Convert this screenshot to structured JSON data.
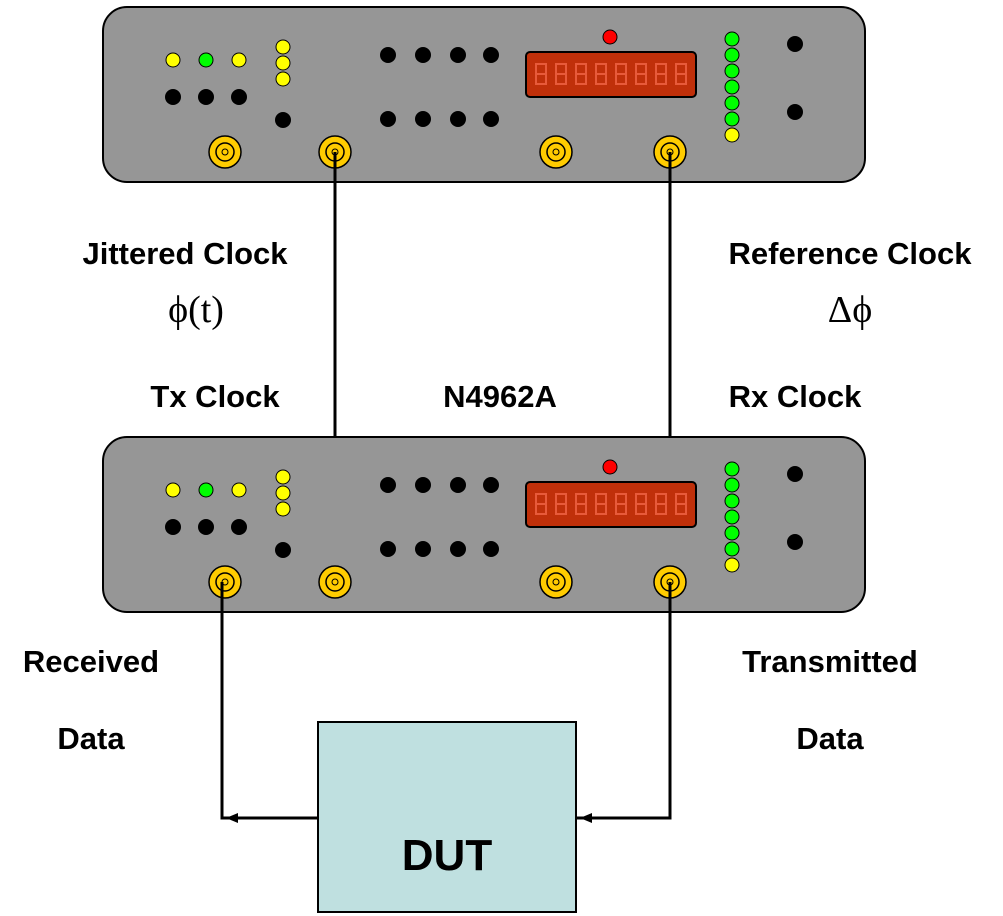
{
  "instrument_label": "N4962A",
  "labels": {
    "jittered_clock": "Jittered Clock",
    "phi_t": "ϕ(t)",
    "reference_clock": "Reference Clock",
    "delta_phi": "Δϕ",
    "tx_clock": "Tx Clock",
    "rx_clock": "Rx Clock",
    "received": "Received",
    "received_data": "Data",
    "transmitted": "Transmitted",
    "transmitted_data": "Data",
    "dut": "DUT"
  },
  "colors": {
    "panel": "#969696",
    "panel_border": "#000000",
    "led_yellow": "#ffff00",
    "led_green": "#00ff00",
    "led_black": "#000000",
    "led_red": "#ff0000",
    "display_bg": "#c0300a",
    "display_border": "#000000",
    "connector": "#ffcc00",
    "dut_fill": "#bfe0e0"
  }
}
